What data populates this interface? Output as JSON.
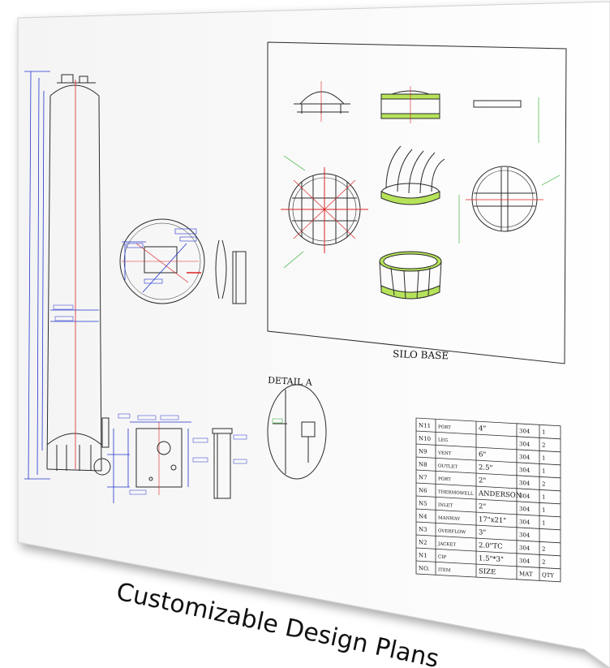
{
  "caption": "Customizable Design Plans",
  "silo_base_label": "SILO BASE",
  "detail_label": "DETAIL A",
  "nozzle_table": {
    "rows": [
      {
        "no": "N11",
        "item": "PORT",
        "size": "4\"",
        "mat": "304",
        "qty": "1"
      },
      {
        "no": "N10",
        "item": "LEG",
        "size": "",
        "mat": "304",
        "qty": "2"
      },
      {
        "no": "N9",
        "item": "VENT",
        "size": "6\"",
        "mat": "304",
        "qty": "1"
      },
      {
        "no": "N8",
        "item": "OUTLET",
        "size": "2.5\"",
        "mat": "304",
        "qty": "1"
      },
      {
        "no": "N7",
        "item": "PORT",
        "size": "2\"",
        "mat": "304",
        "qty": "2"
      },
      {
        "no": "N6",
        "item": "THERMOWELL",
        "size": "ANDERSON",
        "mat": "304",
        "qty": "1"
      },
      {
        "no": "N5",
        "item": "INLET",
        "size": "2\"",
        "mat": "304",
        "qty": "1"
      },
      {
        "no": "N4",
        "item": "MANWAY",
        "size": "17\"x21\"",
        "mat": "304",
        "qty": "1"
      },
      {
        "no": "N3",
        "item": "OVERFLOW",
        "size": "3\"",
        "mat": "304",
        "qty": ""
      },
      {
        "no": "N2",
        "item": "JACKET",
        "size": "2.0\"TC",
        "mat": "304",
        "qty": "2"
      },
      {
        "no": "N1",
        "item": "CIP",
        "size": "1.5\"*3\"",
        "mat": "304",
        "qty": "2"
      }
    ],
    "header": {
      "no": "NO.",
      "item": "ITEM",
      "size": "SIZE",
      "mat": "MAT",
      "qty": "QTY"
    }
  },
  "colors": {
    "line": "#2a2a2a",
    "dimension": "#2233cc",
    "center": "#dd2222",
    "note": "#22aa22",
    "highlight": "#b6e35a"
  }
}
